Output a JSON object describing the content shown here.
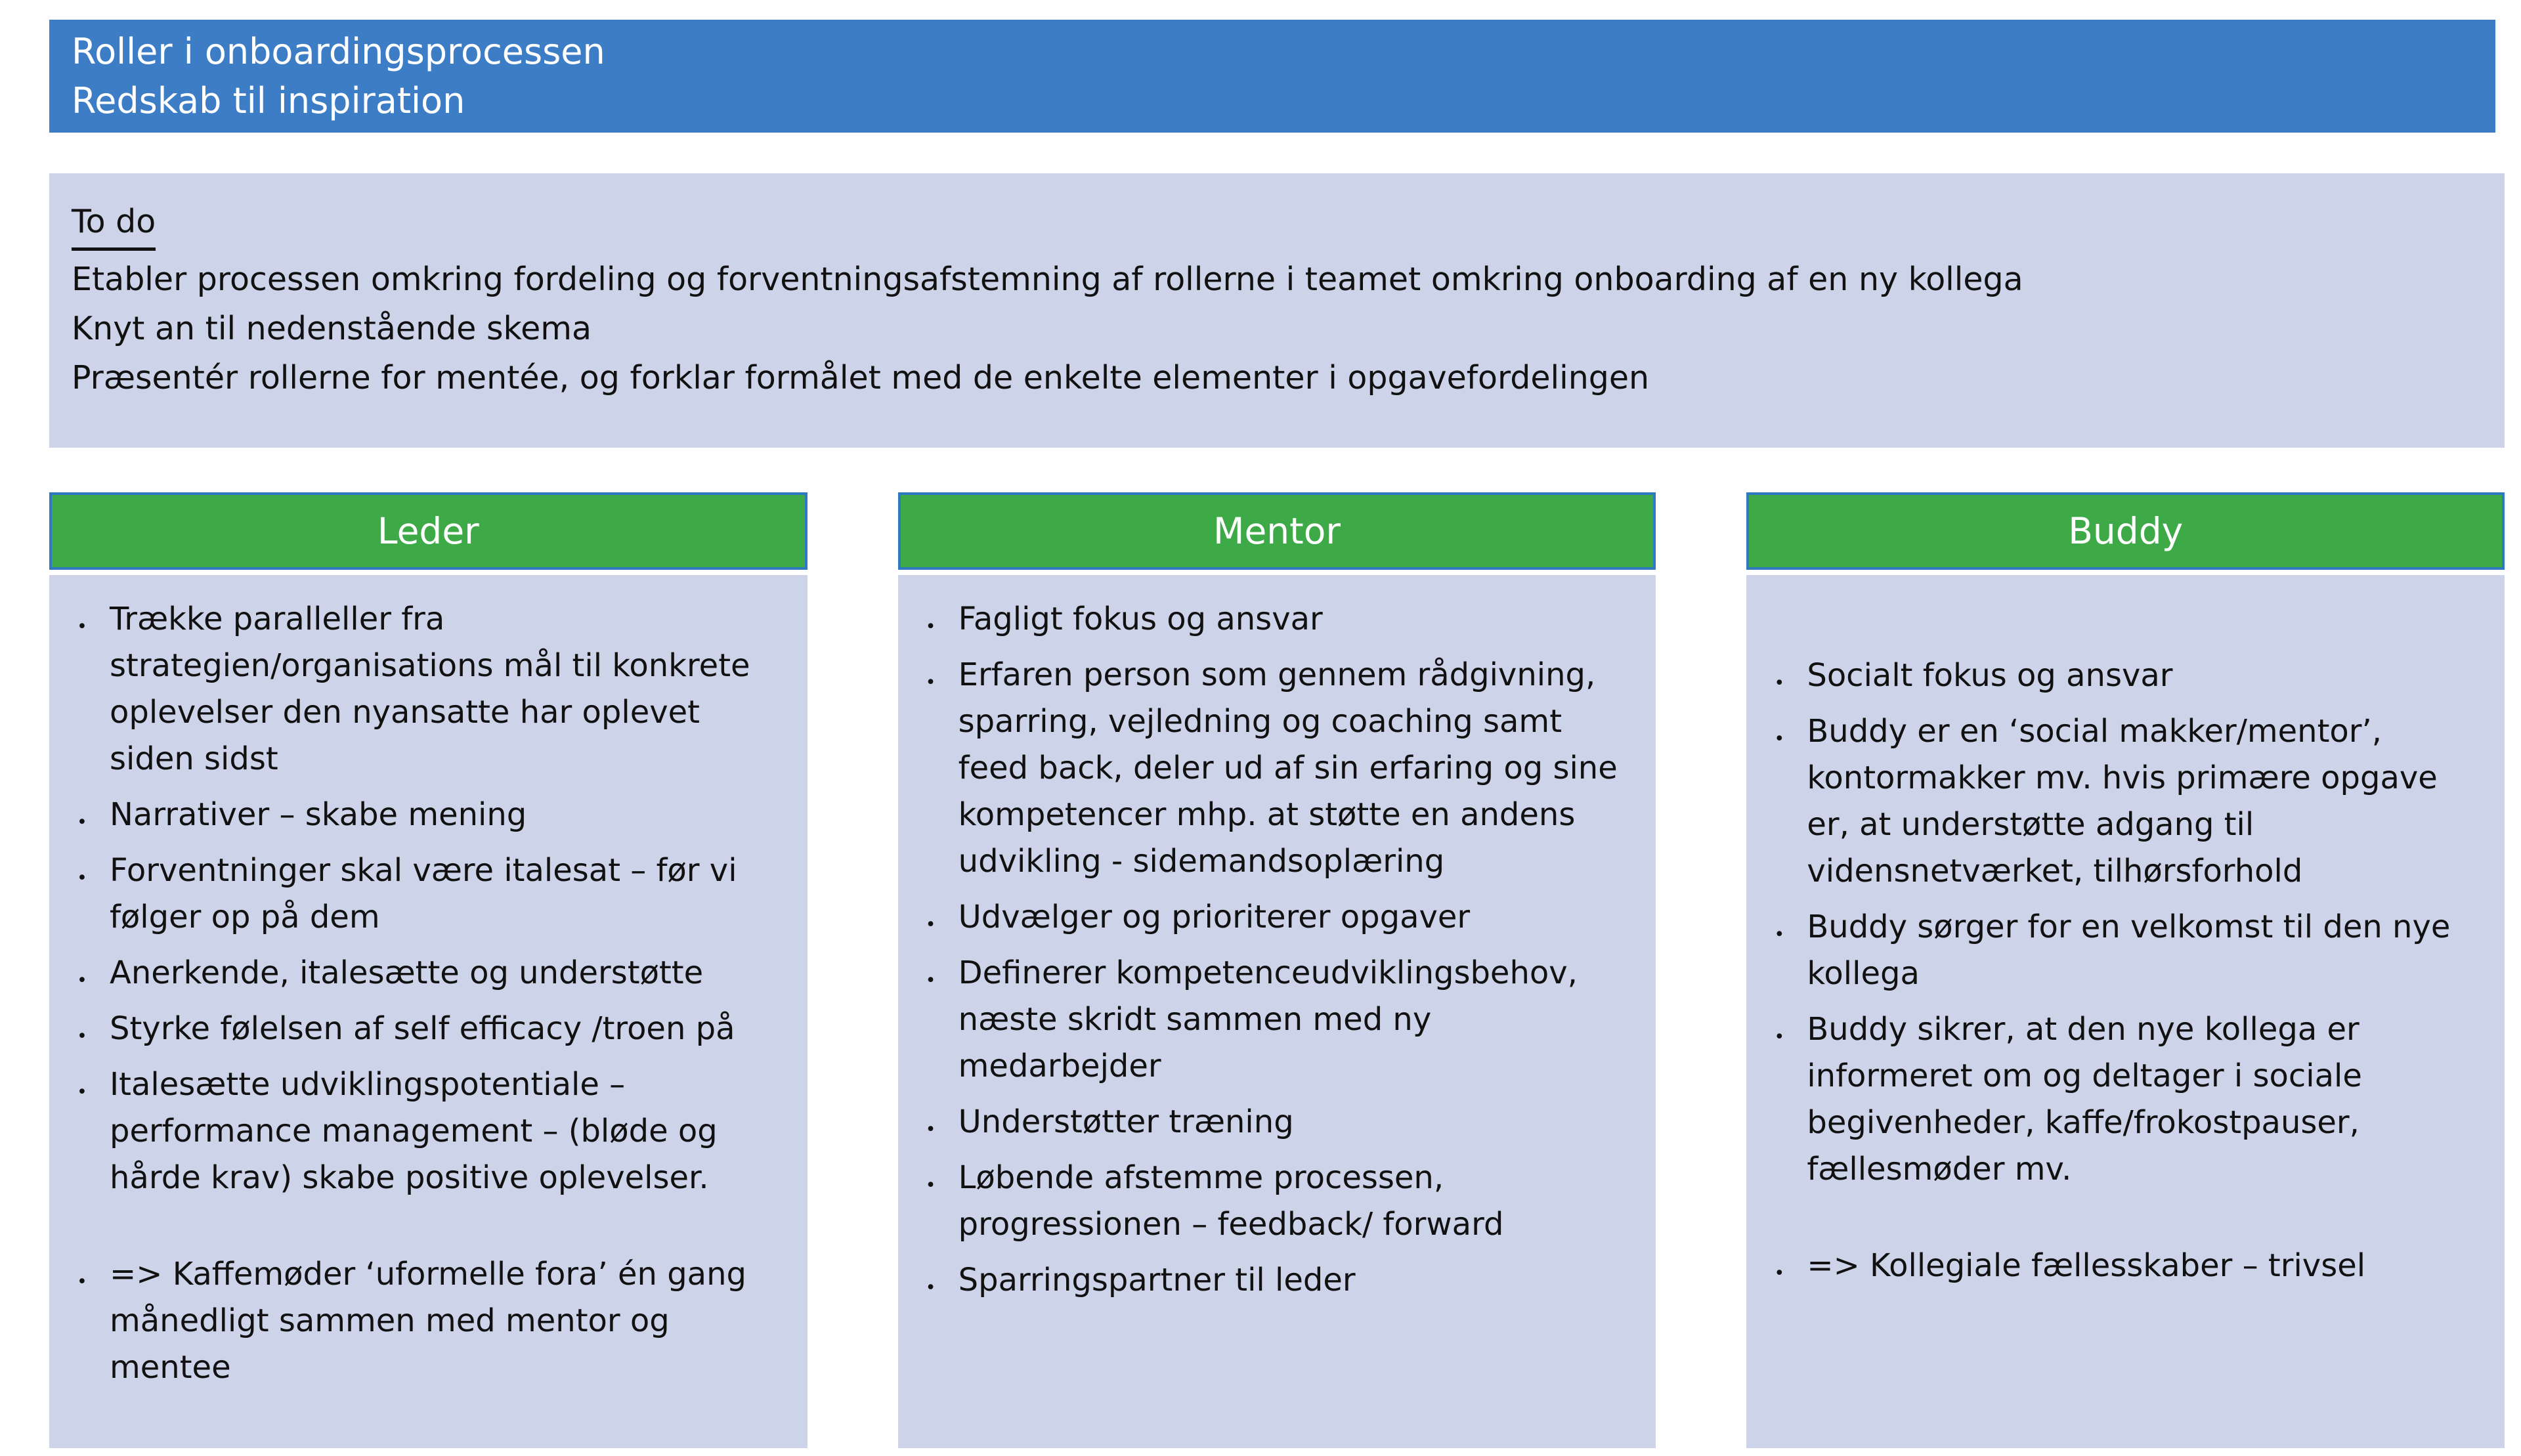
{
  "slide": {
    "title_bar": {
      "line1": "Roller i onboardingsprocessen",
      "line2": "Redskab til inspiration"
    },
    "todo": {
      "heading": "To do",
      "lines": [
        "Etabler processen omkring fordeling og forventningsafstemning af rollerne i teamet omkring onboarding af en ny kollega",
        "Knyt an til nedenstående skema",
        "Præsentér rollerne for mentée, og forklar formålet med de enkelte elementer i opgavefordelingen"
      ]
    },
    "columns": [
      {
        "title": "Leder",
        "bullets": [
          "Trække paralleller fra strategien/organisations mål til konkrete oplevelser den nyansatte har oplevet siden sidst",
          "Narrativer – skabe mening",
          "Forventninger skal være italesat – før vi følger op på dem",
          "Anerkende, italesætte og understøtte",
          "Styrke følelsen af self efficacy /troen på",
          "Italesætte udviklingspotentiale – performance management – (bløde og hårde krav) skabe positive oplevelser.",
          "=> Kaffemøder ‘uformelle fora’ én gang månedligt sammen med mentor og mentee"
        ]
      },
      {
        "title": "Mentor",
        "bullets": [
          "Fagligt fokus og ansvar",
          "Erfaren person som gennem rådgivning, sparring, vejledning og coaching samt feed back, deler ud af sin erfaring og sine kompetencer mhp. at støtte en andens udvikling  - sidemandsoplæring",
          "Udvælger og prioriterer opgaver",
          "Definerer kompetenceudviklingsbehov, næste skridt sammen med ny medarbejder",
          "Understøtter træning",
          "Løbende afstemme processen, progressionen – feedback/ forward",
          "Sparringspartner til leder"
        ]
      },
      {
        "title": "Buddy",
        "bullets": [
          "Socialt fokus og ansvar",
          "Buddy er en ‘social makker/mentor’, kontormakker mv. hvis primære opgave er, at understøtte adgang til vidensnetværket, tilhørsforhold",
          "Buddy sørger for en velkomst til den nye kollega",
          "Buddy sikrer, at den nye kollega er informeret om og deltager i sociale begivenheder, kaffe/frokostpauser, fællesmøder mv.",
          "=> Kollegiale fællesskaber – trivsel"
        ]
      }
    ],
    "colors": {
      "title_bar_bg": "#3c7dc6",
      "panel_bg": "#cdd3e8",
      "column_header_bg": "#3ea947",
      "column_header_border": "#2e79c0",
      "title_text": "#ffffff",
      "body_text": "#111111"
    }
  }
}
